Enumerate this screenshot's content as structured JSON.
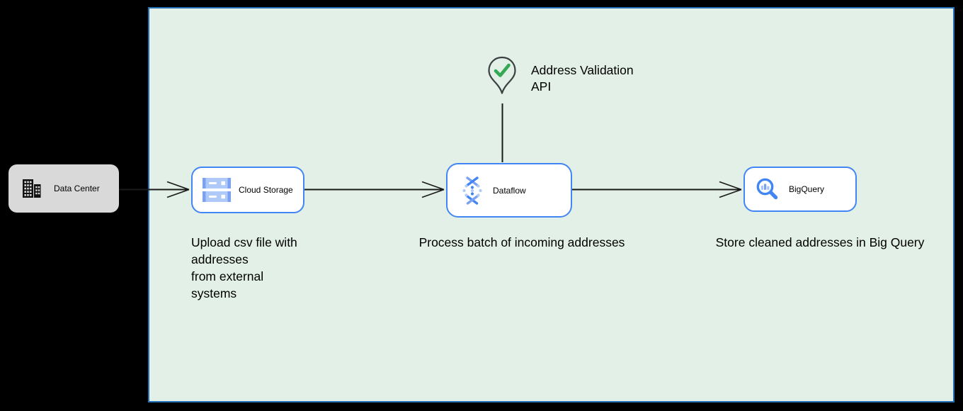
{
  "panel": {
    "fill": "#E2F0E7",
    "border_color": "#2471B5"
  },
  "nodes": {
    "data_center": {
      "label": "Data Center",
      "icon": "building-icon",
      "fill": "#D9D9D9"
    },
    "cloud_storage": {
      "label": "Cloud Storage",
      "icon": "cloud-storage-icon"
    },
    "dataflow": {
      "label": "Dataflow",
      "icon": "dataflow-icon"
    },
    "bigquery": {
      "label": "BigQuery",
      "icon": "bigquery-icon"
    }
  },
  "annotation": {
    "label": "Address Validation\nAPI",
    "icon": "map-pin-check-icon",
    "check_color": "#34A853",
    "pin_outline_color": "#3C4043"
  },
  "captions": {
    "cloud_storage": "Upload csv file with\naddresses\nfrom external\nsystems",
    "dataflow": "Process batch of incoming addresses",
    "bigquery": "Store cleaned addresses in Big Query"
  },
  "colors": {
    "background": "#000000",
    "node_border": "#4285F4",
    "node_fill": "#FFFFFF",
    "data_center_fill": "#D9D9D9",
    "arrow": "#1A1A1A",
    "icon_blue_dark": "#4285F4",
    "icon_blue_light": "#AECBFA"
  }
}
